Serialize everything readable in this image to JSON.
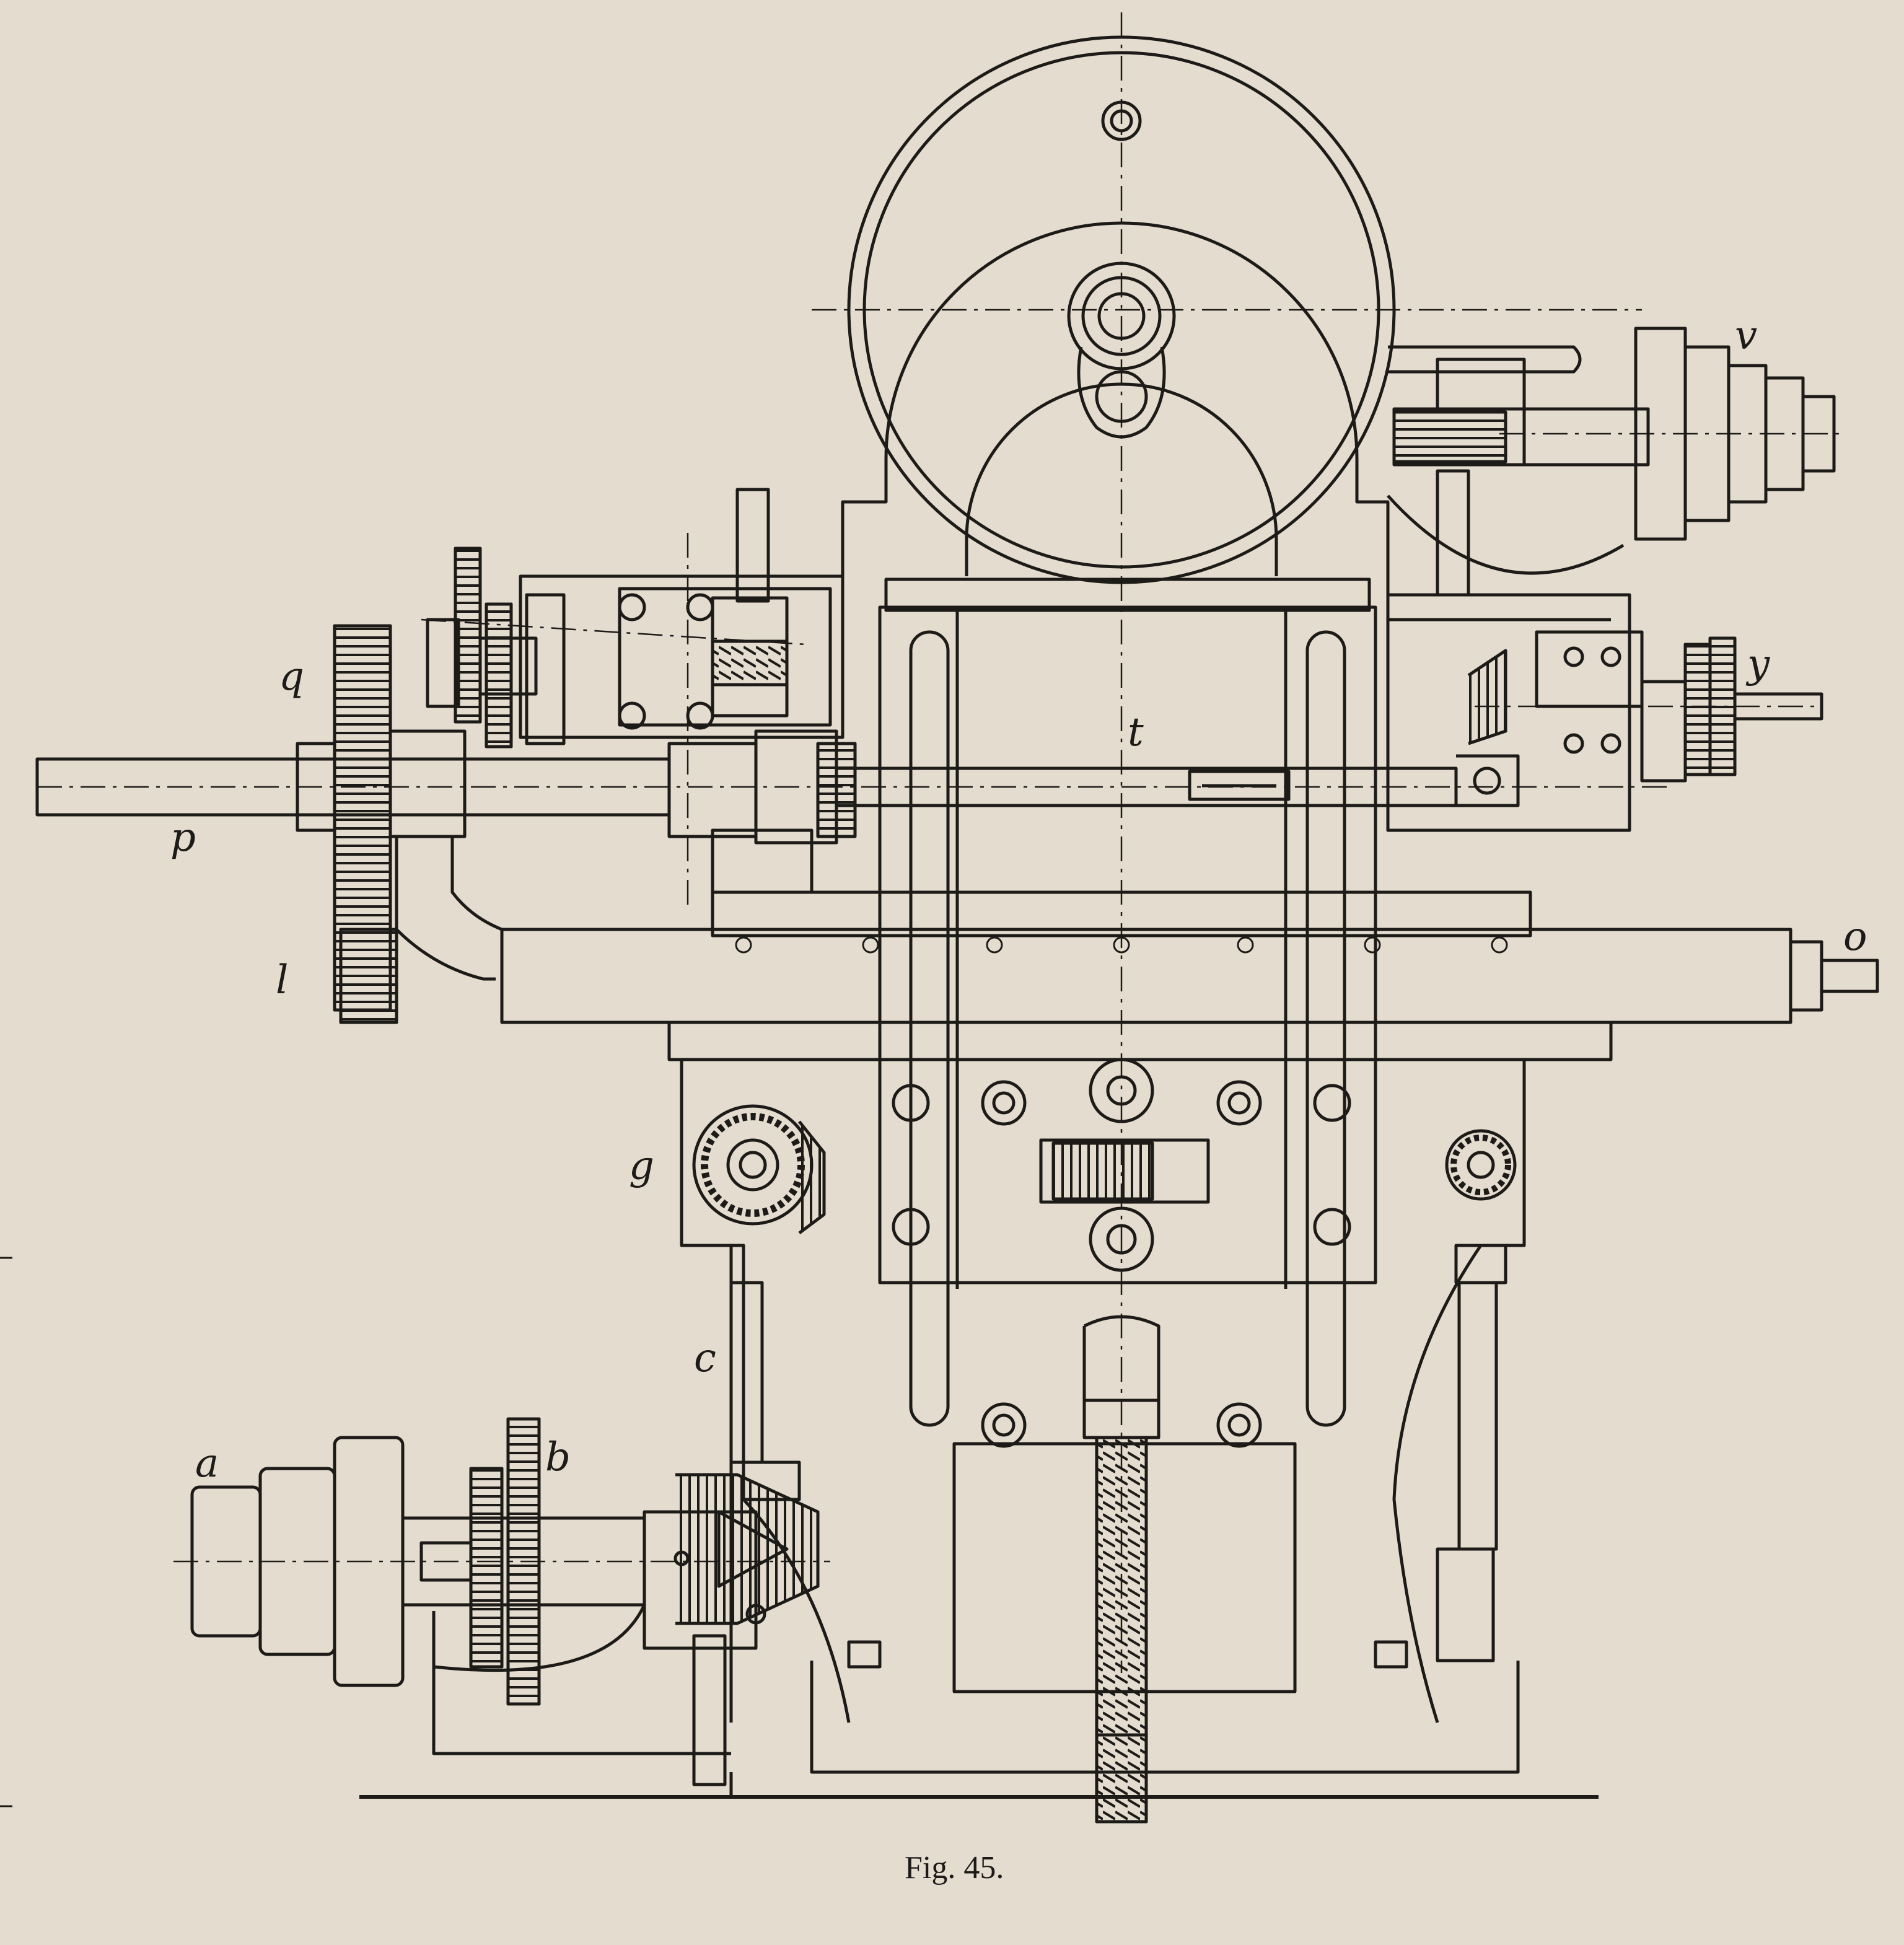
{
  "figure": {
    "caption": "Fig. 45.",
    "paper_color": "#e4dccf",
    "ink_color": "#1d1b18",
    "labels": {
      "a": "a",
      "b": "b",
      "c": "c",
      "g": "g",
      "l": "l",
      "o": "o",
      "p": "p",
      "q": "q",
      "t": "t",
      "v": "v",
      "y": "y"
    }
  }
}
